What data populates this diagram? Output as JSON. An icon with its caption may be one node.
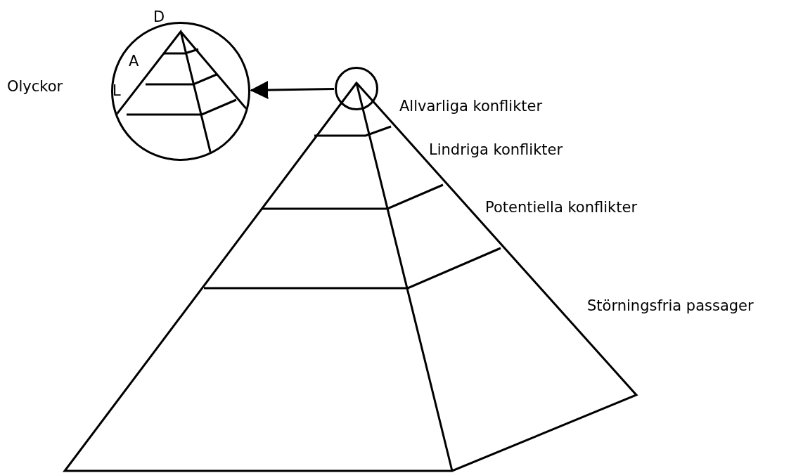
{
  "diagram": {
    "nodes": [
      {
        "text": [],
        "shape": "circle"
      },
      {
        "text": [],
        "shape": "circle"
      }
    ],
    "edges": [
      {
        "from": 1,
        "to": 0,
        "arrow": "to"
      }
    ],
    "labels": [
      "D",
      "A",
      "Olyckor",
      "L",
      "Allvarliga konflikter",
      "Lindriga konflikter",
      "Potentiella konflikter",
      "Störningsfria passager"
    ]
  }
}
